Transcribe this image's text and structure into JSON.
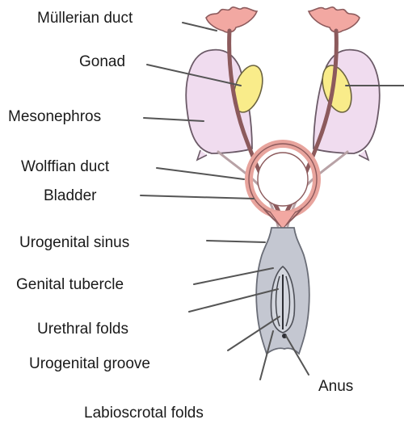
{
  "labels": {
    "mullerian_duct": "Müllerian duct",
    "gonad": "Gonad",
    "mesonephros": "Mesonephros",
    "wolffian_duct": "Wolffian duct",
    "bladder": "Bladder",
    "urogenital_sinus": "Urogenital sinus",
    "genital_tubercle": "Genital tubercle",
    "urethral_folds": "Urethral folds",
    "urogenital_groove": "Urogenital groove",
    "anus": "Anus",
    "labioscrotal_folds": "Labioscrotal folds"
  },
  "colors": {
    "mesonephros_fill": "#f0dcef",
    "mesonephros_stroke": "#6b5a67",
    "gonad_fill": "#f9ec8a",
    "duct": "#8c5a5c",
    "fimbria_fill": "#f2a8a2",
    "bladder_ring": "#e8a49d",
    "sinus_fill": "#c4c7d1",
    "sinus_stroke": "#6a6d77",
    "leader": "#555555"
  }
}
